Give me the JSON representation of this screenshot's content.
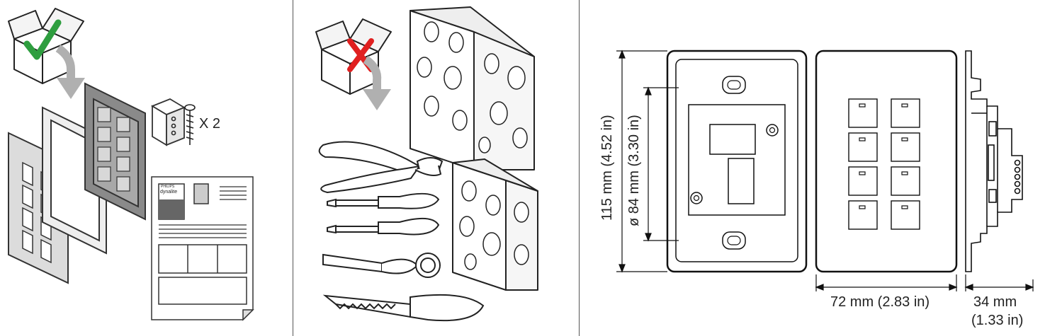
{
  "panel_contents": {
    "box_ok_icon": "checkmark-icon",
    "box_no_icon": "cross-icon",
    "ok_color": "#2e9e3f",
    "no_color": "#e02020"
  },
  "labels": {
    "screw_qty": "X 2",
    "height": "115 mm (4.52 in)",
    "hole_diameter": "ø 84 mm (3.30 in)",
    "width": "72 mm (2.83 in)",
    "depth_mm": "34 mm",
    "depth_in": "(1.33 in)"
  },
  "manual_text": {
    "brand": "PHILIPS",
    "product": "dynalite"
  }
}
